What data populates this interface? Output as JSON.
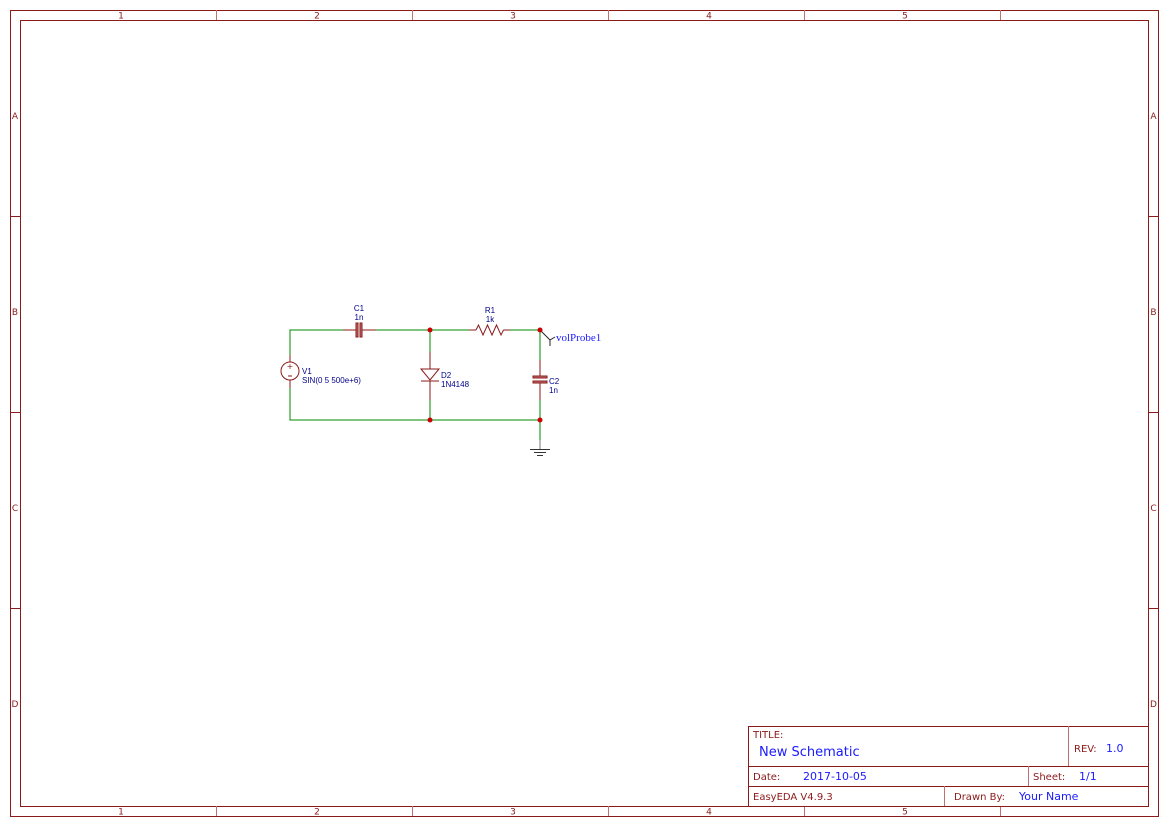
{
  "frame": {
    "columns": [
      "1",
      "2",
      "3",
      "4",
      "5"
    ],
    "rows": [
      "A",
      "B",
      "C",
      "D"
    ],
    "border_color": "#8b1a1a"
  },
  "title_block": {
    "title_label": "TITLE:",
    "title_value": "New Schematic",
    "rev_label": "REV:",
    "rev_value": "1.0",
    "date_label": "Date:",
    "date_value": "2017-10-05",
    "sheet_label": "Sheet:",
    "sheet_value": "1/1",
    "software": "EasyEDA V4.9.3",
    "drawn_by_label": "Drawn By:",
    "drawn_by_value": "Your Name"
  },
  "schematic": {
    "wire_color": "#008800",
    "pin_color": "#8b1a1a",
    "junction_color": "#cc0000",
    "components": {
      "v1": {
        "designator": "V1",
        "value": "SIN(0 5 500e+6)"
      },
      "c1": {
        "designator": "C1",
        "value": "1n"
      },
      "r1": {
        "designator": "R1",
        "value": "1k"
      },
      "d2": {
        "designator": "D2",
        "value": "1N4148"
      },
      "c2": {
        "designator": "C2",
        "value": "1n"
      },
      "probe": {
        "name": "volProbe1"
      },
      "gnd": {
        "symbol": "ground-icon"
      }
    }
  }
}
